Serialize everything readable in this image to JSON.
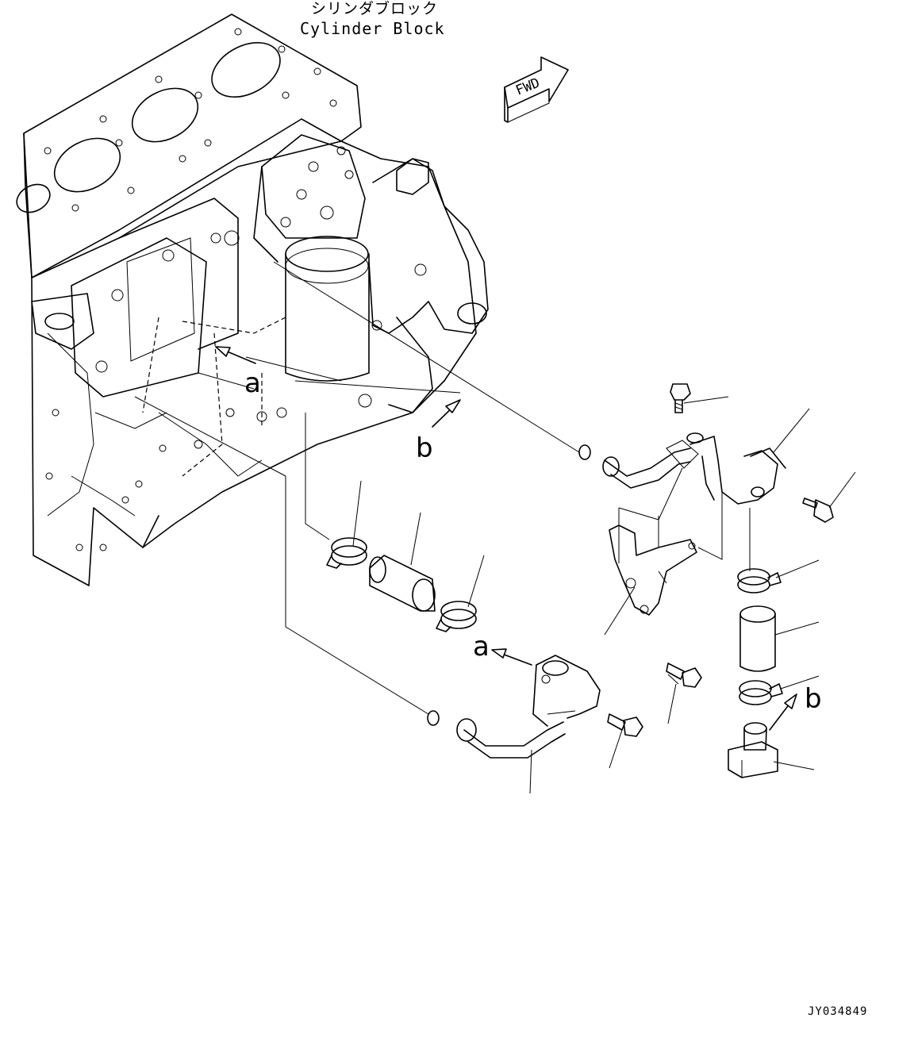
{
  "title": {
    "japanese": "シリンダブロック",
    "english": "Cylinder Block"
  },
  "direction_indicator": "FWD",
  "callouts": {
    "a_upper": "a",
    "b_upper": "b",
    "a_lower": "a",
    "b_lower": "b"
  },
  "drawing_code": "JY034849"
}
